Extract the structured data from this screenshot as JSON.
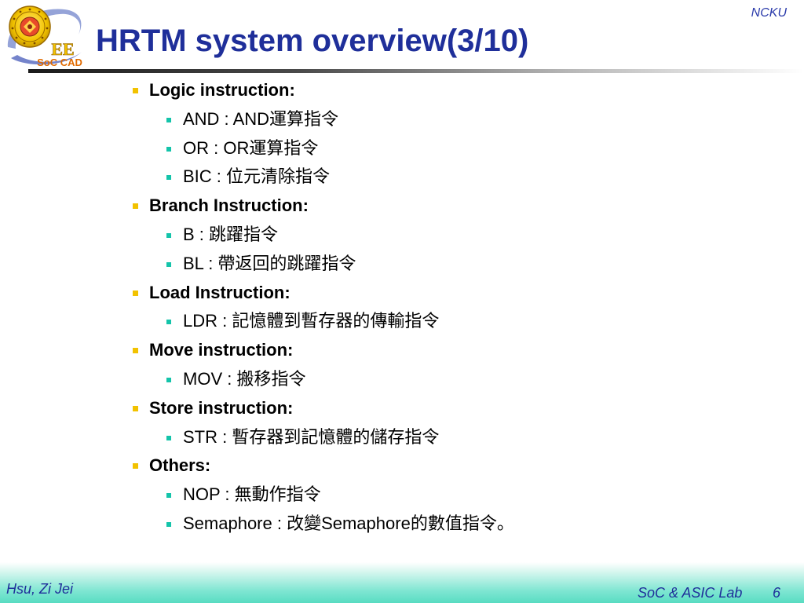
{
  "header": {
    "title": "HRTM system overview(3/10)",
    "tag": "NCKU"
  },
  "logo": {
    "ee_text": "EE",
    "lab_text": "SoC CAD"
  },
  "bullets": [
    {
      "level": 1,
      "text": "Logic instruction:"
    },
    {
      "level": 2,
      "text": "AND : AND運算指令"
    },
    {
      "level": 2,
      "text": "OR : OR運算指令"
    },
    {
      "level": 2,
      "text": "BIC : 位元清除指令"
    },
    {
      "level": 1,
      "text": "Branch Instruction:"
    },
    {
      "level": 2,
      "text": "B : 跳躍指令"
    },
    {
      "level": 2,
      "text": "BL : 帶返回的跳躍指令"
    },
    {
      "level": 1,
      "text": "Load Instruction:"
    },
    {
      "level": 2,
      "text": "LDR : 記憶體到暫存器的傳輸指令"
    },
    {
      "level": 1,
      "text": "Move instruction:"
    },
    {
      "level": 2,
      "text": "MOV : 搬移指令"
    },
    {
      "level": 1,
      "text": "Store instruction:"
    },
    {
      "level": 2,
      "text": "STR : 暫存器到記憶體的儲存指令"
    },
    {
      "level": 1,
      "text": "Others:"
    },
    {
      "level": 2,
      "text": "NOP : 無動作指令"
    },
    {
      "level": 2,
      "text": "Semaphore : 改變Semaphore的數值指令。"
    }
  ],
  "footer": {
    "author": "Hsu, Zi Jei",
    "lab": "SoC & ASIC Lab",
    "page": "6"
  },
  "colors": {
    "title": "#1f2f9a",
    "bullet_level1": "#f2c200",
    "bullet_level2": "#14c4aa",
    "footer_band": "#58dcc2"
  }
}
